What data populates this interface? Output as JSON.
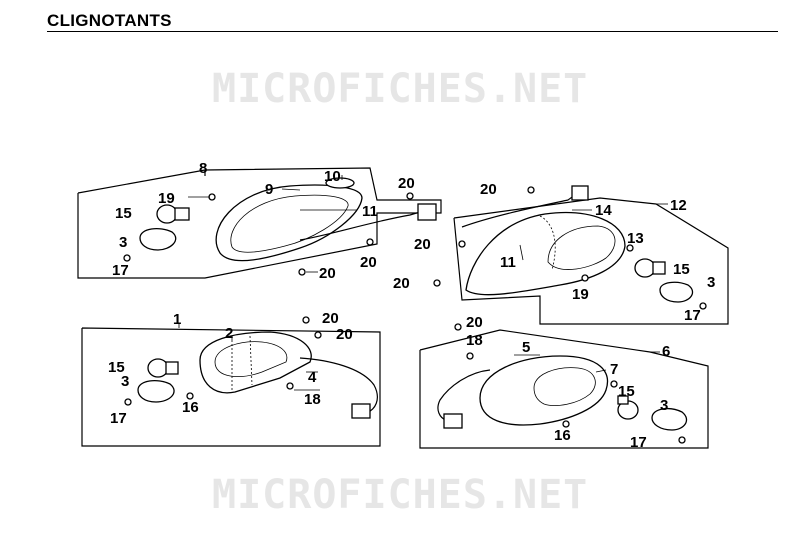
{
  "header": {
    "title": "CLIGNOTANTS"
  },
  "watermark": {
    "top": "MICROFICHES.NET",
    "bottom": "MICROFICHES.NET"
  },
  "callouts": {
    "g8": "8",
    "g8_19": "19",
    "g8_15": "15",
    "g8_3": "3",
    "g8_17": "17",
    "g8_9": "9",
    "g8_10": "10",
    "g8_11": "11",
    "g8_20a": "20",
    "g8_20b": "20",
    "g8_20c": "20",
    "g12": "12",
    "g12_20a": "20",
    "g12_14": "14",
    "g12_20b": "20",
    "g12_13": "13",
    "g12_11": "11",
    "g12_20c": "20",
    "g12_15": "15",
    "g12_3": "3",
    "g12_19": "19",
    "g12_17": "17",
    "g1": "1",
    "g1_2": "2",
    "g1_20a": "20",
    "g1_20b": "20",
    "g1_15": "15",
    "g1_3": "3",
    "g1_4": "4",
    "g1_16": "16",
    "g1_18": "18",
    "g1_17": "17",
    "g6": "6",
    "g6_20": "20",
    "g6_18": "18",
    "g6_5": "5",
    "g6_7": "7",
    "g6_15": "15",
    "g6_3": "3",
    "g6_16": "16",
    "g6_17": "17"
  }
}
